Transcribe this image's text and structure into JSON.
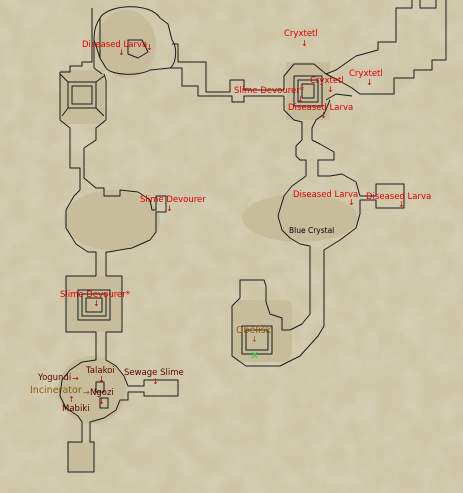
{
  "map": {
    "colors": {
      "floor": "#c9bf9f",
      "wall": "#1a1a1a",
      "pillar": "#a9a292",
      "label_red": "#e00000",
      "label_dark": "#5a0000",
      "label_brown": "#8a5a10",
      "marker_green": "#2ecc40"
    },
    "labels": {
      "diseased_larva_nw": "Diseased Larva",
      "cryxtetl_top": "Cryxtetl",
      "cryxtetl_right": "Cryxtetl",
      "cryxtetl_mid": "Cryxtetl",
      "slime_devourer_ne": "Slime Devourer*",
      "diseased_larva_ne": "Diseased Larva",
      "slime_devourer_w": "Slime Devourer",
      "diseased_larva_e1": "Diseased Larva",
      "diseased_larva_e2": "Diseased Larva",
      "blue_crystal": "Blue Crystal",
      "slime_devourer_sw": "Slime Devourer*",
      "obelisk": "Obelisk",
      "talakoi": "Talakoi",
      "sewage_slime": "Sewage Slime",
      "yogundi": "Yogundi",
      "incinerator": "Incinerator",
      "ngozi": "Ngozi",
      "mabiki": "Mabiki"
    },
    "icons": {
      "arrow": "arrow-down-icon",
      "exit_marker": "x-marker-icon"
    }
  }
}
